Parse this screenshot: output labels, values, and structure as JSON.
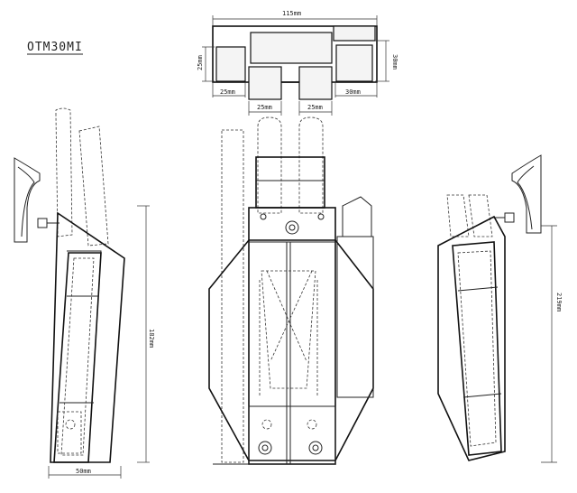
{
  "drawing": {
    "title": "OTM30MI",
    "dimensions": {
      "top_width": "115mm",
      "left_height": "25mm",
      "right_height": "30mm",
      "bottom_left": "25mm",
      "bottom_right": "30mm",
      "lower_left_slot": "25mm",
      "lower_right_slot": "25mm",
      "side_height": "182mm",
      "side_width": "50mm",
      "right_height_total": "219mm"
    }
  }
}
